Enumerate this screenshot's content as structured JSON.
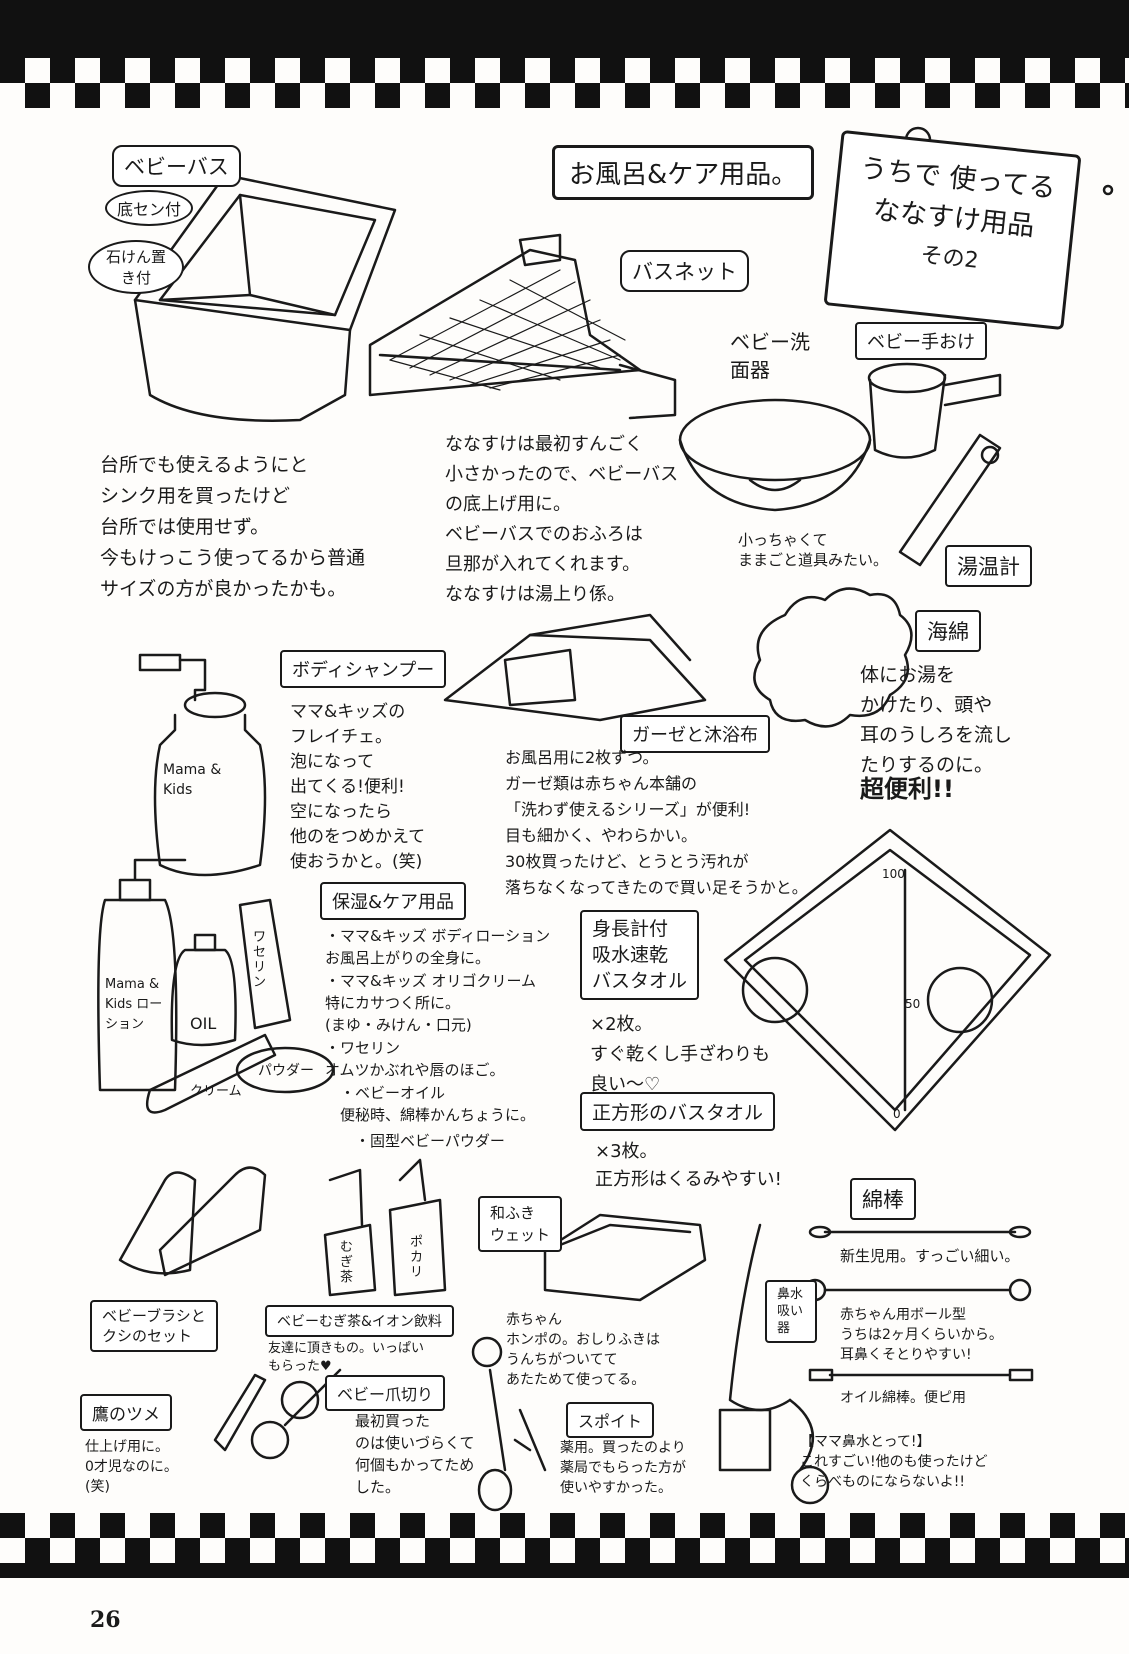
{
  "page_number": "26",
  "heading": "お風呂&ケア用品。",
  "sign": {
    "line1": "うちで 使ってる",
    "line2": "ななすけ用品",
    "line3": "その2"
  },
  "baby_bath": {
    "label": "ベビーバス",
    "tag1": "底セン付",
    "tag2": "石けん置き付",
    "note": "台所でも使えるようにと\nシンク用を買ったけど\n台所では使用せず。\n今もけっこう使ってるから普通\nサイズの方が良かったかも。"
  },
  "bath_net": {
    "label": "バスネット",
    "note": "ななすけは最初すんごく\n小さかったので、ベビーバス\nの底上げ用に。\nベビーバスでのおふろは\n旦那が入れてくれます。\nななすけは湯上り係。"
  },
  "basin": {
    "label": "ベビー洗面器",
    "note": "小っちゃくて\nままごと道具みたい。"
  },
  "bucket": {
    "label": "ベビー手おけ"
  },
  "thermometer": {
    "label": "湯温計"
  },
  "sponge": {
    "label": "海綿",
    "note": "体にお湯を\nかけたり、頭や\n耳のうしろを流し\nたりするのに。",
    "emphasis": "超便利!!"
  },
  "body_shampoo": {
    "label": "ボディシャンプー",
    "bottle_text": "Mama & Kids",
    "note": "ママ&キッズの\nフレイチェ。\n泡になって\n出てくる!便利!\n空になったら\n他のをつめかえて\n使おうかと。(笑)"
  },
  "gauze": {
    "label": "ガーゼと沐浴布",
    "note": "お風呂用に2枚ずつ。\nガーゼ類は赤ちゃん本舗の\n「洗わず使えるシリーズ」が便利!\n目も細かく、やわらかい。\n30枚買ったけど、とうとう汚れが\n落ちなくなってきたので買い足そうかと。"
  },
  "moisture_care": {
    "label": "保湿&ケア用品",
    "items": [
      "・ママ&キッズ ボディローション\n お風呂上がりの全身に。",
      "・ママ&キッズ オリゴクリーム\n 特にカサつく所に。\n (まゆ・みけん・口元)",
      "・ワセリン\n オムツかぶれや唇のほご。",
      "・ベビーオイル\n 便秘時、綿棒かんちょうに。",
      "・固型ベビーパウダー"
    ],
    "bottle_text": "Mama & Kids ローション",
    "oil_text": "OIL",
    "vaseline_text": "ワセリン",
    "cream_text": "クリーム",
    "powder_text": "パウダー"
  },
  "towel": {
    "label": "身長計付\n吸水速乾\nバスタオル",
    "note": "×2枚。\nすぐ乾くし手ざわりも\n良い〜♡",
    "scale_top": "100",
    "scale_mid": "50",
    "scale_bot": "0"
  },
  "square_towel": {
    "label": "正方形のバスタオル",
    "note": "×3枚。\n正方形はくるみやすい!"
  },
  "cotton_swab": {
    "label": "綿棒",
    "note1": "新生児用。すっごい細い。",
    "note2": "赤ちゃん用ボール型\nうちは2ヶ月くらいから。\n耳鼻くそとりやすい!",
    "note3": "オイル綿棒。便ピ用"
  },
  "brush": {
    "label": "ベビーブラシと\nクシのセット"
  },
  "nail": {
    "label": "鷹のツメ",
    "note": "仕上げ用に。\n0才児なのに。\n(笑)"
  },
  "tea": {
    "label": "ベビーむぎ茶&イオン飲料",
    "note": "友達に頂きもの。いっぱい\nもらった♥",
    "tea_box": "むぎ茶",
    "pocari": "ポカリ"
  },
  "clipper": {
    "label": "ベビー爪切り",
    "note": "最初買った\nのは使いづらくて\n何個もかってため\nした。"
  },
  "wipes": {
    "label": "和ふき\nウェット",
    "note": "赤ちゃん\nホンポの。おしりふきは\nうんちがついてて\nあたためて使ってる。"
  },
  "dropper": {
    "label": "スポイト",
    "note": "薬用。買ったのより\n薬局でもらった方が\n使いやすかった。"
  },
  "nasal": {
    "label": "鼻水吸い器",
    "note": "【ママ鼻水とって!】\nこれすごい!他のも使ったけど\nくらべものにならないよ!!"
  }
}
